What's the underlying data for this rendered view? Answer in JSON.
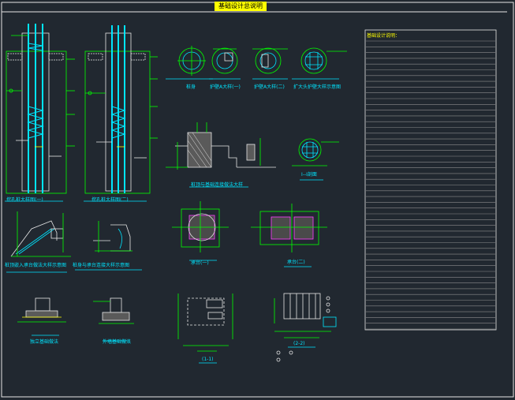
{
  "title": "基础设计总说明",
  "notes_heading": "基础设计说明：",
  "captions": {
    "pile_a": "挖孔桩大样图(一)",
    "pile_b": "挖孔桩大样图(二)",
    "ring_1": "桩身",
    "ring_2": "护壁A大样(一)",
    "ring_3": "护壁A大样(二)",
    "ring_4": "扩大头护壁大样示意图",
    "retaining": "桩顶与基础连接做法大样",
    "section_i": "I--I剖面",
    "cap_detail_a": "桩顶嵌入承台做法大样示意图",
    "cap_detail_b": "桩身与承台连接大样示意图",
    "cap1": "承台(一)",
    "cap2": "承台(二)",
    "footing_a": "独立基础做法",
    "footing_b": "外墙基础做法",
    "plan_a": "(1-1)",
    "plan_b": "(2-2)"
  },
  "colors": {
    "background": "#212830",
    "line_green": "#00ff00",
    "line_cyan": "#00e5ff",
    "line_white": "#e6e6e6",
    "line_magenta": "#ff3cff",
    "accent_yellow": "#ffff00"
  }
}
